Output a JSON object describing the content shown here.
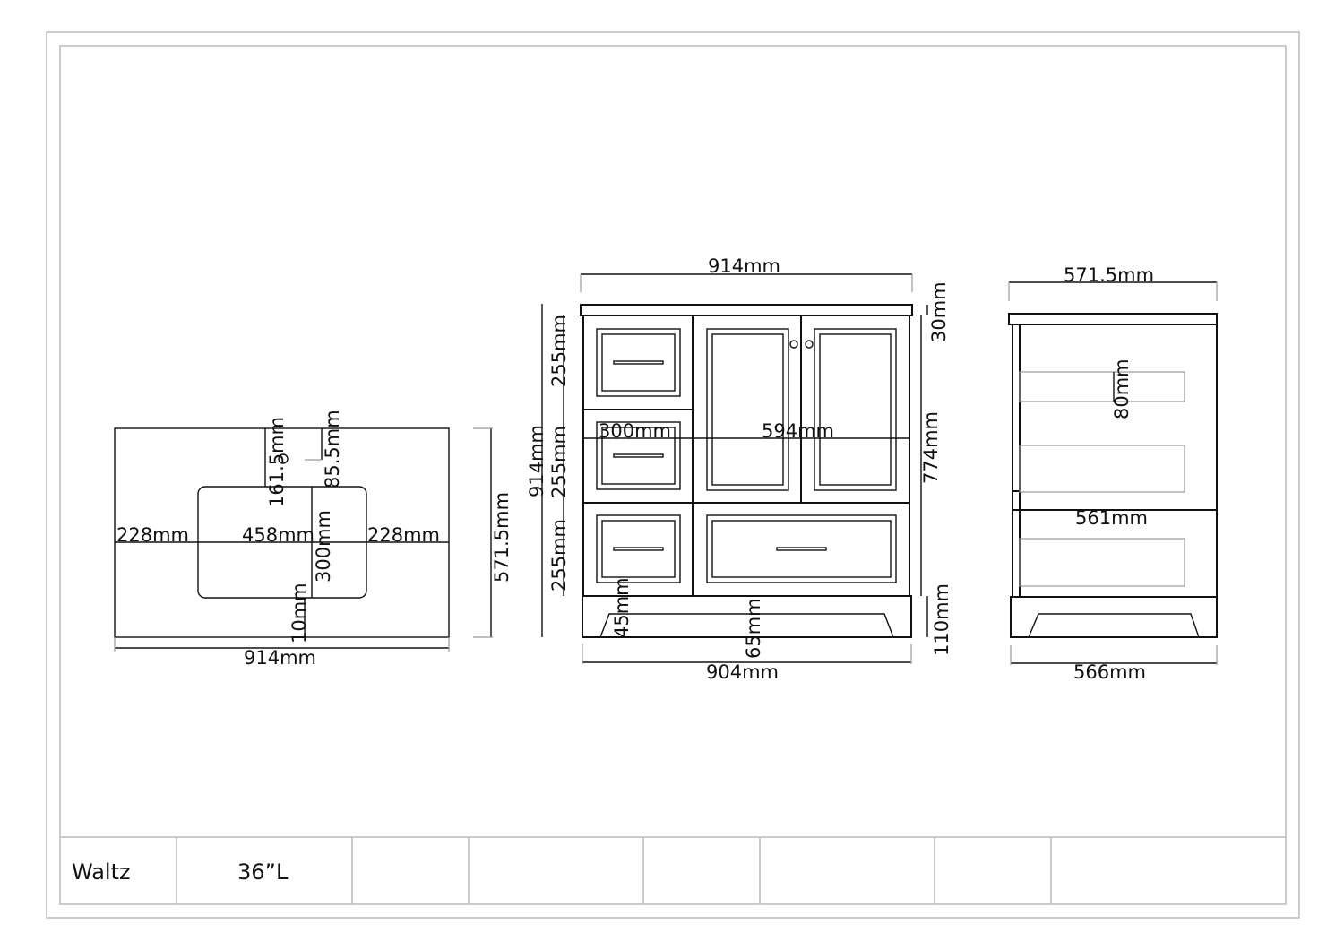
{
  "top_view": {
    "top_161": "161.5mm",
    "top_85": "85.5mm",
    "left_228": "228mm",
    "sink_458": "458mm",
    "right_228": "228mm",
    "sink_300": "300mm",
    "bottom_10": "10mm",
    "width_914": "914mm",
    "depth_571": "571.5mm"
  },
  "front_view": {
    "width_914": "914mm",
    "top_30": "30mm",
    "height_914": "914mm",
    "drawer_255_a": "255mm",
    "drawer_255_b": "255mm",
    "drawer_255_c": "255mm",
    "left_300": "300mm",
    "doors_594": "594mm",
    "body_774": "774mm",
    "base_110": "110mm",
    "kick_45": "45mm",
    "kick_65": "65mm",
    "base_904": "904mm"
  },
  "side_view": {
    "depth_571": "571.5mm",
    "drawer_80": "80mm",
    "inner_561": "561mm",
    "base_566": "566mm"
  },
  "title_block": {
    "model": "Waltz",
    "size": "36”L"
  }
}
